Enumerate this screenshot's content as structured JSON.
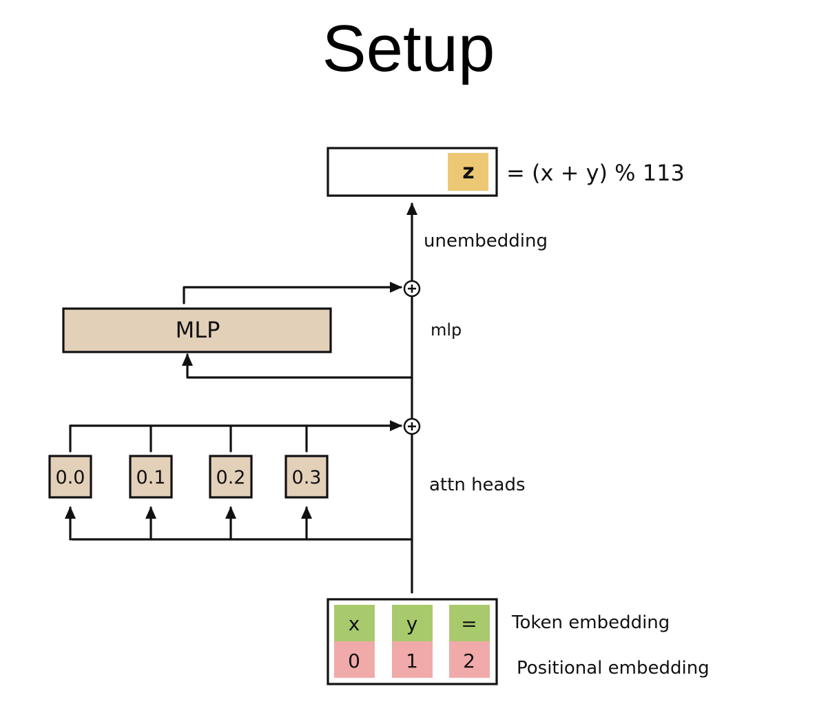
{
  "title": "Setup",
  "colors": {
    "output_cell": "#edc874",
    "block_fill": "#e3d0b9",
    "token_fill": "#a8ca6c",
    "position_fill": "#f0aaa9",
    "line": "#111111"
  },
  "output": {
    "token": "z",
    "formula": "= (x + y)  % 113"
  },
  "labels": {
    "unembedding": "unembedding",
    "mlp": "mlp",
    "attn_heads": "attn heads",
    "token_embedding": "Token embedding",
    "positional_embedding": "Positional embedding"
  },
  "mlp_block": {
    "label": "MLP"
  },
  "attn_heads": [
    "0.0",
    "0.1",
    "0.2",
    "0.3"
  ],
  "input": {
    "tokens": [
      "x",
      "y",
      "="
    ],
    "positions": [
      "0",
      "1",
      "2"
    ]
  },
  "icons": {
    "residual_add": "⊕"
  }
}
